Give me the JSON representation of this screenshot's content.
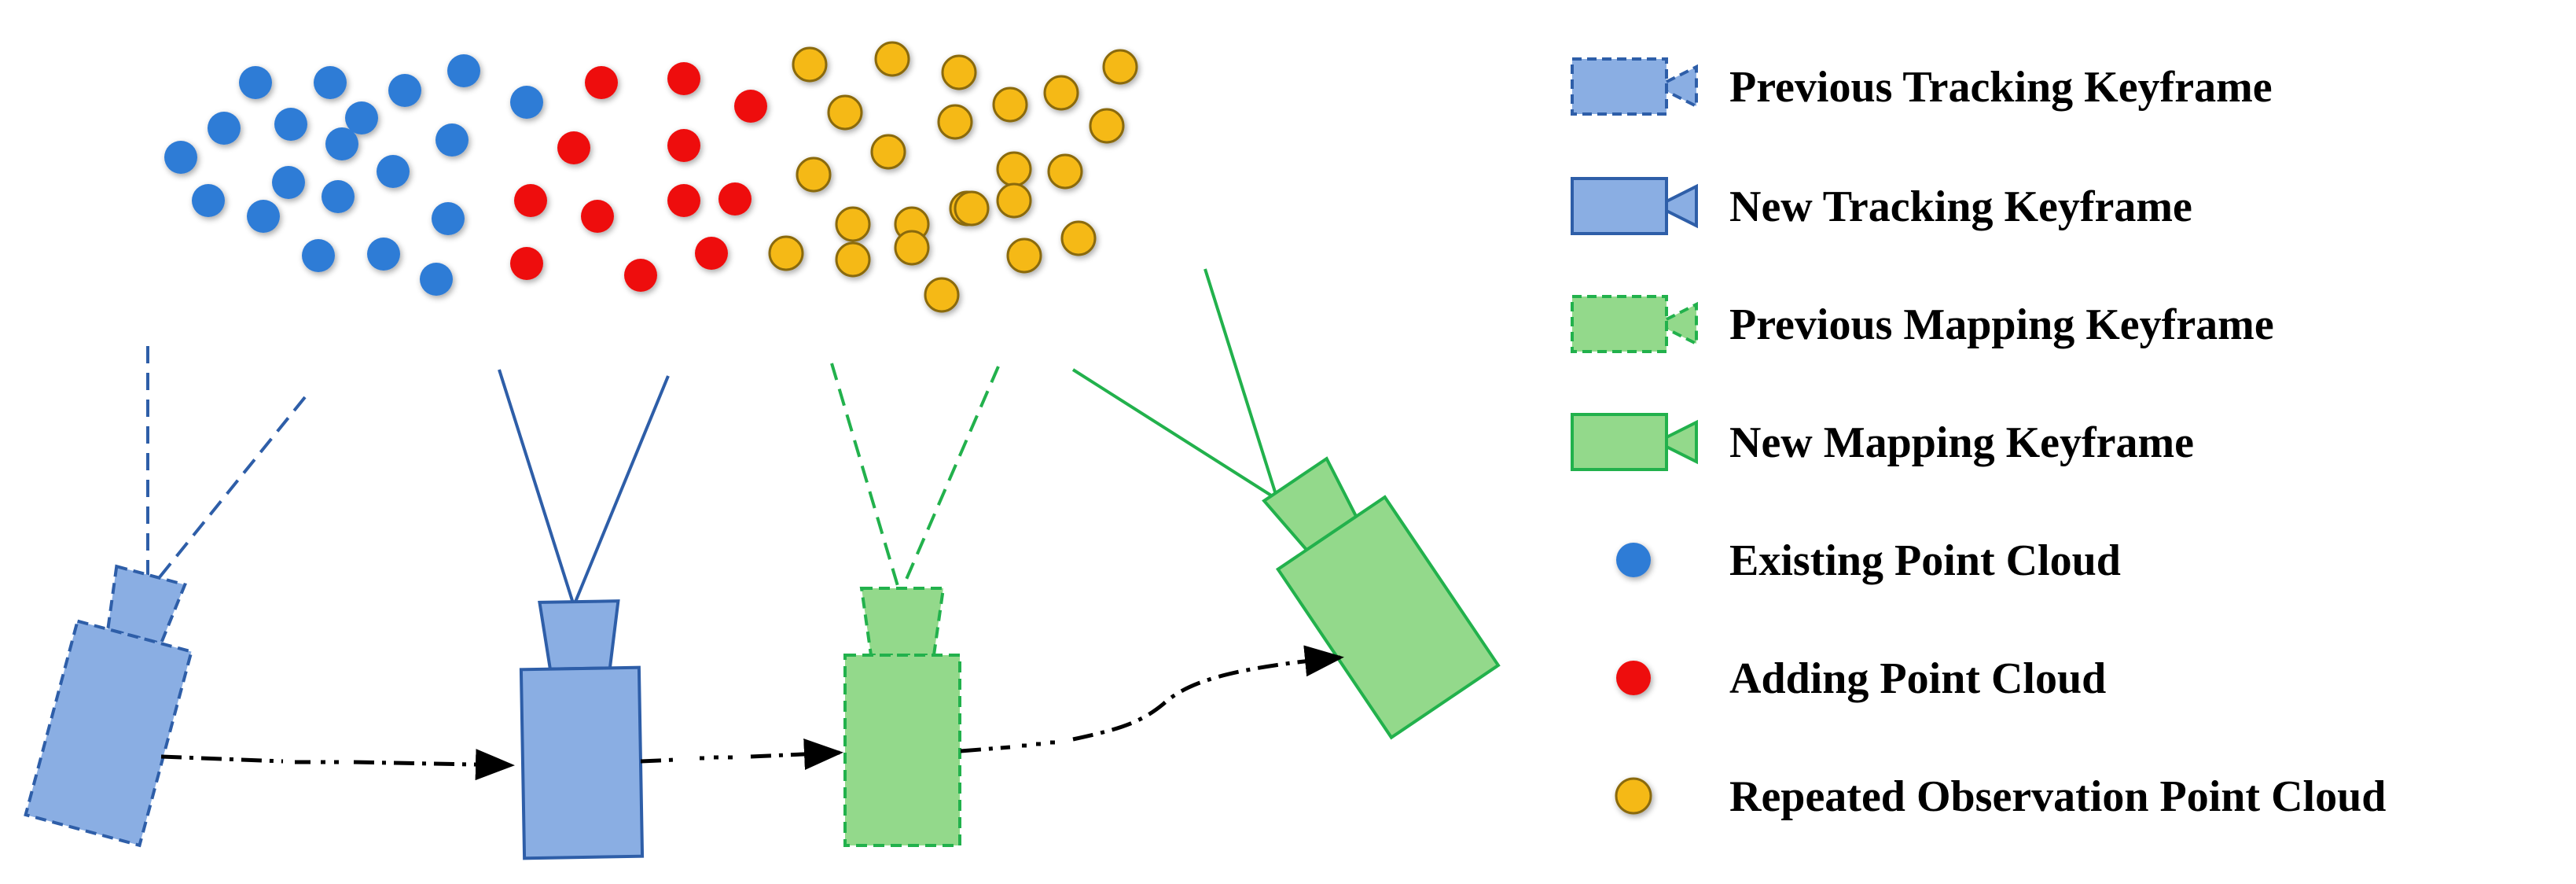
{
  "legend": {
    "items": [
      {
        "key": "prev-tracking",
        "label": "Previous Tracking Keyframe",
        "kind": "camera",
        "fill": "#8aaee3",
        "stroke": "#2e5ea8",
        "dashed": true
      },
      {
        "key": "new-tracking",
        "label": "New Tracking Keyframe",
        "kind": "camera",
        "fill": "#8aaee3",
        "stroke": "#2e5ea8",
        "dashed": false
      },
      {
        "key": "prev-mapping",
        "label": "Previous Mapping Keyframe",
        "kind": "camera",
        "fill": "#93d98b",
        "stroke": "#22b14c",
        "dashed": true
      },
      {
        "key": "new-mapping",
        "label": "New Mapping Keyframe",
        "kind": "camera",
        "fill": "#93d98b",
        "stroke": "#22b14c",
        "dashed": false
      },
      {
        "key": "existing",
        "label": "Existing Point Cloud",
        "kind": "dot",
        "fill": "#2f7bd6",
        "stroke": "none"
      },
      {
        "key": "adding",
        "label": "Adding Point Cloud",
        "kind": "dot",
        "fill": "#ee1111",
        "stroke": "none"
      },
      {
        "key": "repeated",
        "label": "Repeated Observation Point Cloud",
        "kind": "dot",
        "fill": "#f5b915",
        "stroke": "#8a6a10"
      }
    ]
  },
  "colors": {
    "tracking_fill": "#8aaee3",
    "tracking_stroke": "#2e5ea8",
    "mapping_fill": "#93d98b",
    "mapping_stroke": "#22b14c",
    "existing_point": "#2f7bd6",
    "adding_point": "#ee1111",
    "repeated_point": "#f5b915",
    "trajectory": "#000000"
  }
}
